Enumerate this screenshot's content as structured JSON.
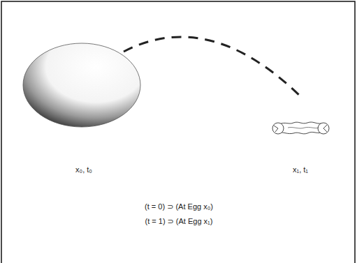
{
  "diagram": {
    "labels": [
      "x₀, t₀",
      "x₁, t₁",
      "(t = 0) ⊃ (At Egg x₀)",
      "(t = 1) ⊃ (At Egg x₁)"
    ]
  }
}
